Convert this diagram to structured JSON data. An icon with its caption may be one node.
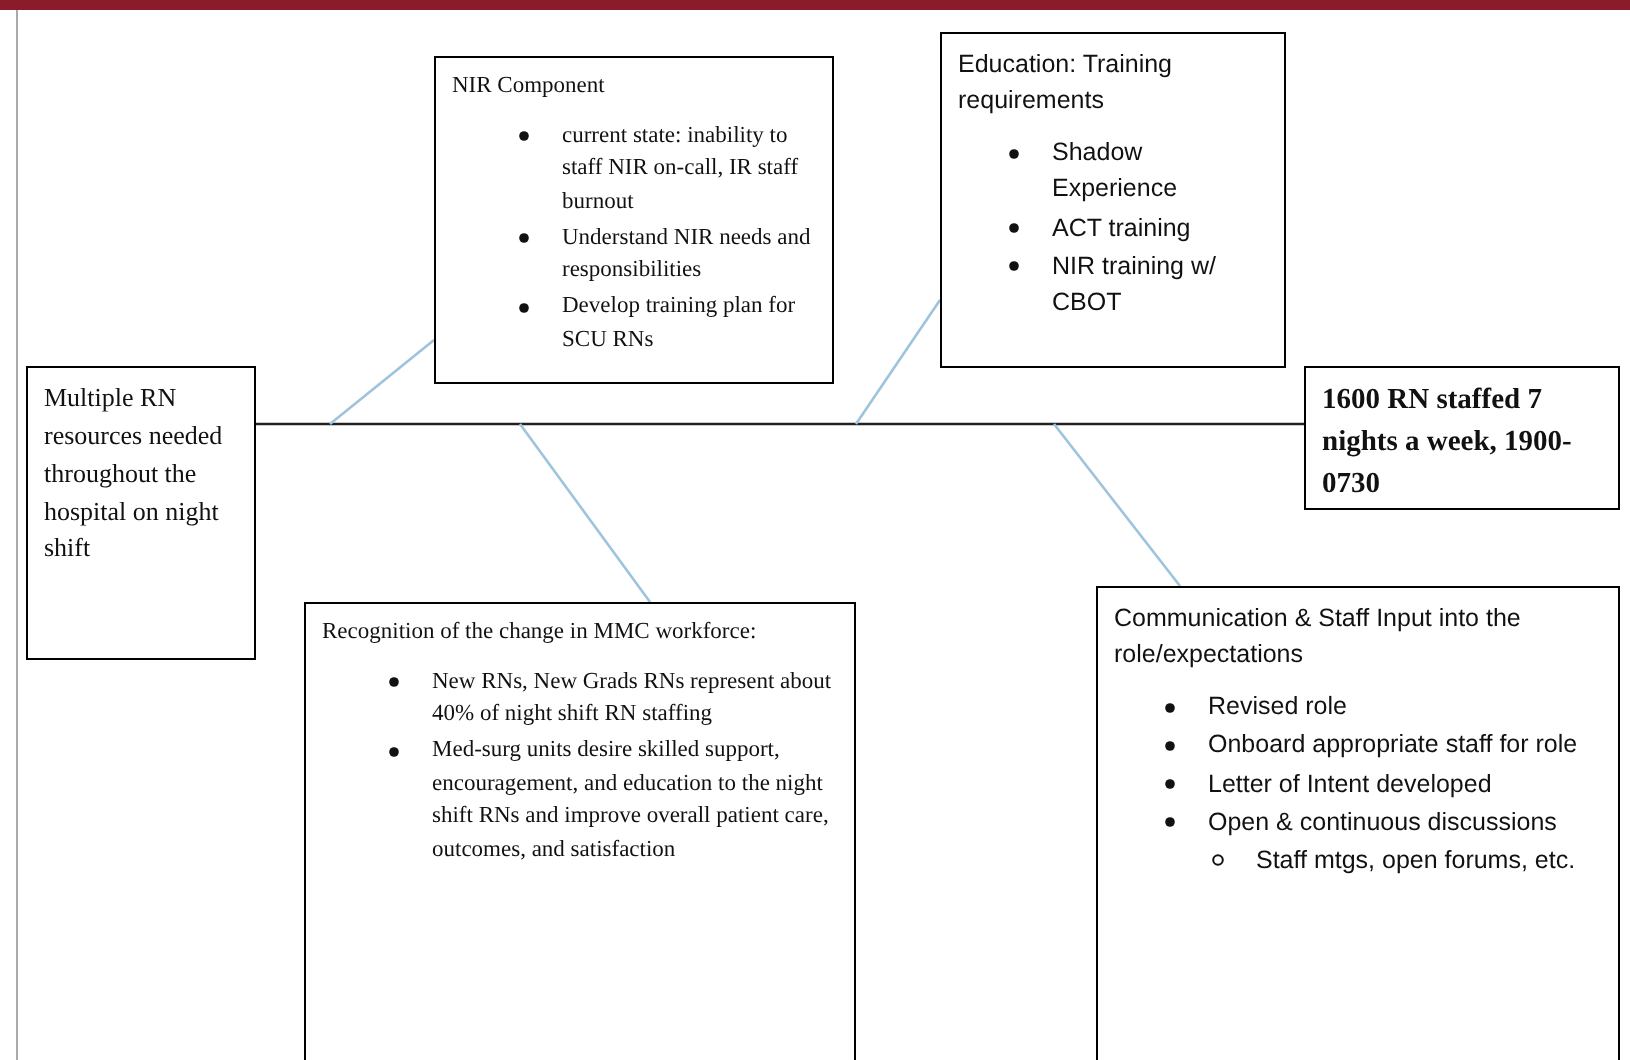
{
  "diagram": {
    "nodes": [
      {
        "text": [
          "Multiple RN resources needed throughout the hospital on night shift"
        ]
      },
      {
        "text": [
          "NIR Component",
          "current state: inability to staff NIR on-call, IR staff burnout",
          "Understand NIR needs and responsibilities",
          "Develop training plan for SCU RNs"
        ]
      },
      {
        "text": [
          "Education: Training requirements",
          "Shadow Experience",
          "ACT training",
          "NIR training w/ CBOT"
        ]
      },
      {
        "text": [
          "1600 RN staffed 7 nights a week, 1900-0730"
        ]
      },
      {
        "text": [
          "Recognition of the change in MMC workforce:",
          "New RNs, New Grads RNs represent about 40% of night shift RN staffing",
          "Med-surg units desire skilled support, encouragement, and education to the night shift RNs and improve overall patient care, outcomes, and satisfaction"
        ]
      },
      {
        "text": [
          "Communication & Staff Input into the role/expectations",
          "Revised role",
          "Onboard appropriate staff for role",
          "Letter of Intent developed",
          "Open & continuous discussions",
          "Staff mtgs, open forums, etc."
        ]
      }
    ],
    "edges": [
      {
        "from": 0,
        "to": 3,
        "arrow": "none",
        "color": "#222222"
      },
      {
        "from": 1,
        "to": null,
        "arrow": "none",
        "color": "#9ec3dc"
      },
      {
        "from": 2,
        "to": null,
        "arrow": "none",
        "color": "#9ec3dc"
      },
      {
        "from": 4,
        "to": null,
        "arrow": "none",
        "color": "#9ec3dc"
      },
      {
        "from": 5,
        "to": null,
        "arrow": "none",
        "color": "#9ec3dc"
      }
    ]
  }
}
